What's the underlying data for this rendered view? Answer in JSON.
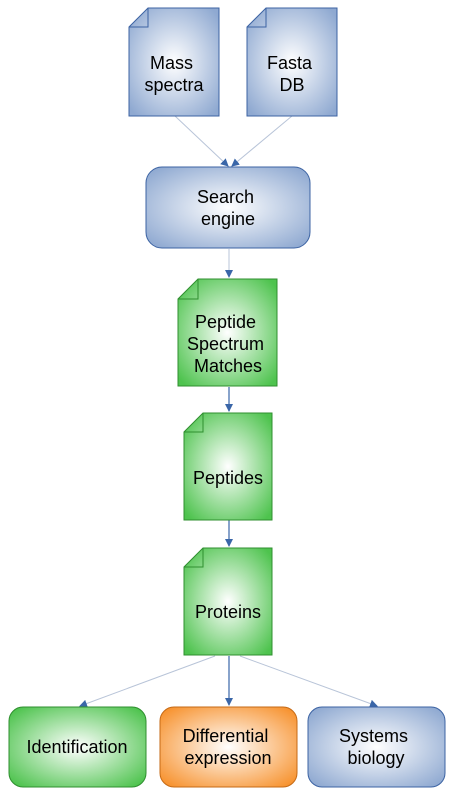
{
  "diagram": {
    "nodes": {
      "mass_spectra": {
        "lines": [
          "Mass",
          "spectra"
        ],
        "shape": "document",
        "color": "blue"
      },
      "fasta_db": {
        "lines": [
          "Fasta",
          "DB"
        ],
        "shape": "document",
        "color": "blue"
      },
      "search_engine": {
        "lines": [
          "Search",
          "engine"
        ],
        "shape": "rounded-box",
        "color": "blue"
      },
      "psm": {
        "lines": [
          "Peptide",
          "Spectrum",
          "Matches"
        ],
        "shape": "document",
        "color": "green"
      },
      "peptides": {
        "lines": [
          "Peptides"
        ],
        "shape": "document",
        "color": "green"
      },
      "proteins": {
        "lines": [
          "Proteins"
        ],
        "shape": "document",
        "color": "green"
      },
      "identification": {
        "lines": [
          "Identification"
        ],
        "shape": "rounded-box",
        "color": "green"
      },
      "differential_expression": {
        "lines": [
          "Differential",
          "expression"
        ],
        "shape": "rounded-box",
        "color": "orange"
      },
      "systems_biology": {
        "lines": [
          "Systems",
          "biology"
        ],
        "shape": "rounded-box",
        "color": "blue"
      }
    },
    "edges": [
      {
        "from": "mass_spectra",
        "to": "search_engine"
      },
      {
        "from": "fasta_db",
        "to": "search_engine"
      },
      {
        "from": "search_engine",
        "to": "psm"
      },
      {
        "from": "psm",
        "to": "peptides"
      },
      {
        "from": "peptides",
        "to": "proteins"
      },
      {
        "from": "proteins",
        "to": "identification"
      },
      {
        "from": "proteins",
        "to": "differential_expression"
      },
      {
        "from": "proteins",
        "to": "systems_biology"
      }
    ],
    "colors": {
      "blue": {
        "light": "#ffffff",
        "dark": "#8fa9d1",
        "stroke": "#3c63a3"
      },
      "green": {
        "light": "#ffffff",
        "dark": "#4ec34e",
        "stroke": "#2f8f2f"
      },
      "orange": {
        "light": "#ffffff",
        "dark": "#f7922e",
        "stroke": "#c56a16"
      },
      "edge_faint": "#b8c4d8",
      "edge_strong": "#3a66a8"
    }
  }
}
